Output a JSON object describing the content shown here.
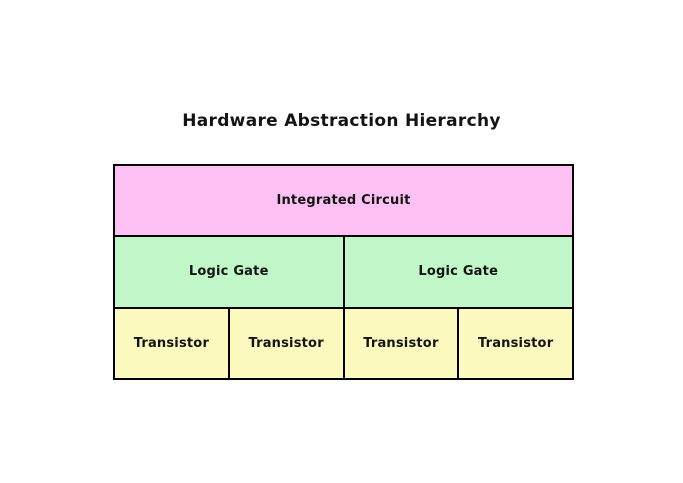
{
  "title": "Hardware Abstraction Hierarchy",
  "diagram": {
    "background": "#ffffff",
    "border_color": "#000000",
    "text_color": "#141414",
    "levels": [
      {
        "name": "integrated-circuit-level",
        "color": "#ffc1f4",
        "cells": [
          "Integrated Circuit"
        ]
      },
      {
        "name": "logic-gate-level",
        "color": "#c1f6c8",
        "cells": [
          "Logic Gate",
          "Logic Gate"
        ]
      },
      {
        "name": "transistor-level",
        "color": "#fbf9bd",
        "cells": [
          "Transistor",
          "Transistor",
          "Transistor",
          "Transistor"
        ]
      }
    ]
  }
}
